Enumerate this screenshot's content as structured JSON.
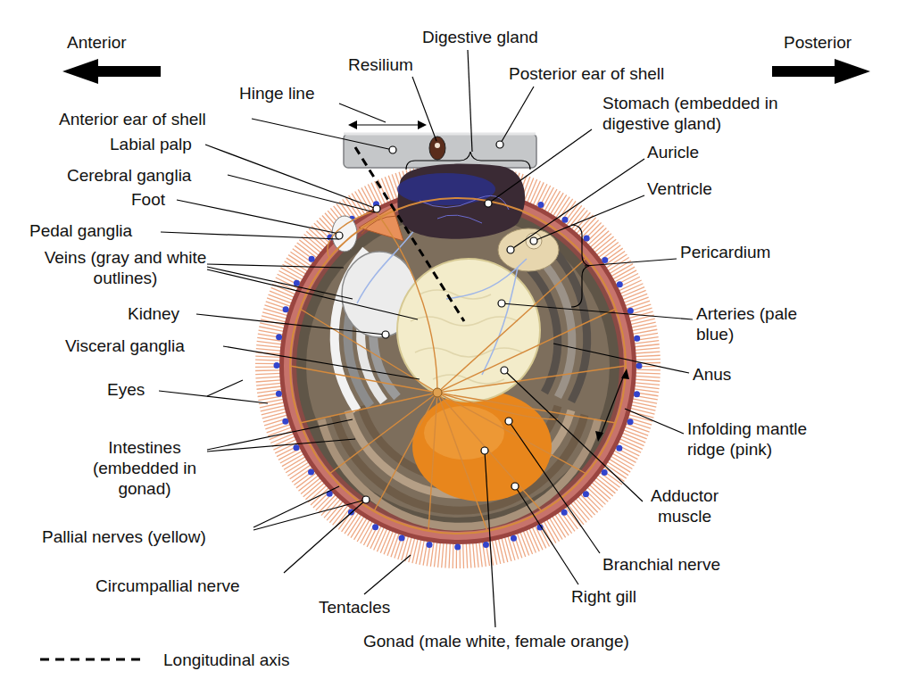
{
  "diagram": {
    "labels": [
      "Anterior",
      "Posterior",
      "Digestive gland",
      "Resilium",
      "Posterior ear of shell",
      "Hinge line",
      "Stomach (embedded in digestive gland)",
      "Anterior ear of shell",
      "Auricle",
      "Labial palp",
      "Cerebral ganglia",
      "Ventricle",
      "Foot",
      "Pedal ganglia",
      "Pericardium",
      "Veins (gray and white outlines)",
      "Kidney",
      "Arteries (pale blue)",
      "Visceral ganglia",
      "Anus",
      "Eyes",
      "Intestines (embedded in gonad)",
      "Infolding mantle ridge (pink)",
      "Adductor muscle",
      "Pallial nerves (yellow)",
      "Branchial nerve",
      "Circumpallial nerve",
      "Right gill",
      "Tentacles",
      "Gonad (male white, female orange)"
    ],
    "legend": [
      {
        "text": "Longitudinal axis"
      }
    ]
  }
}
